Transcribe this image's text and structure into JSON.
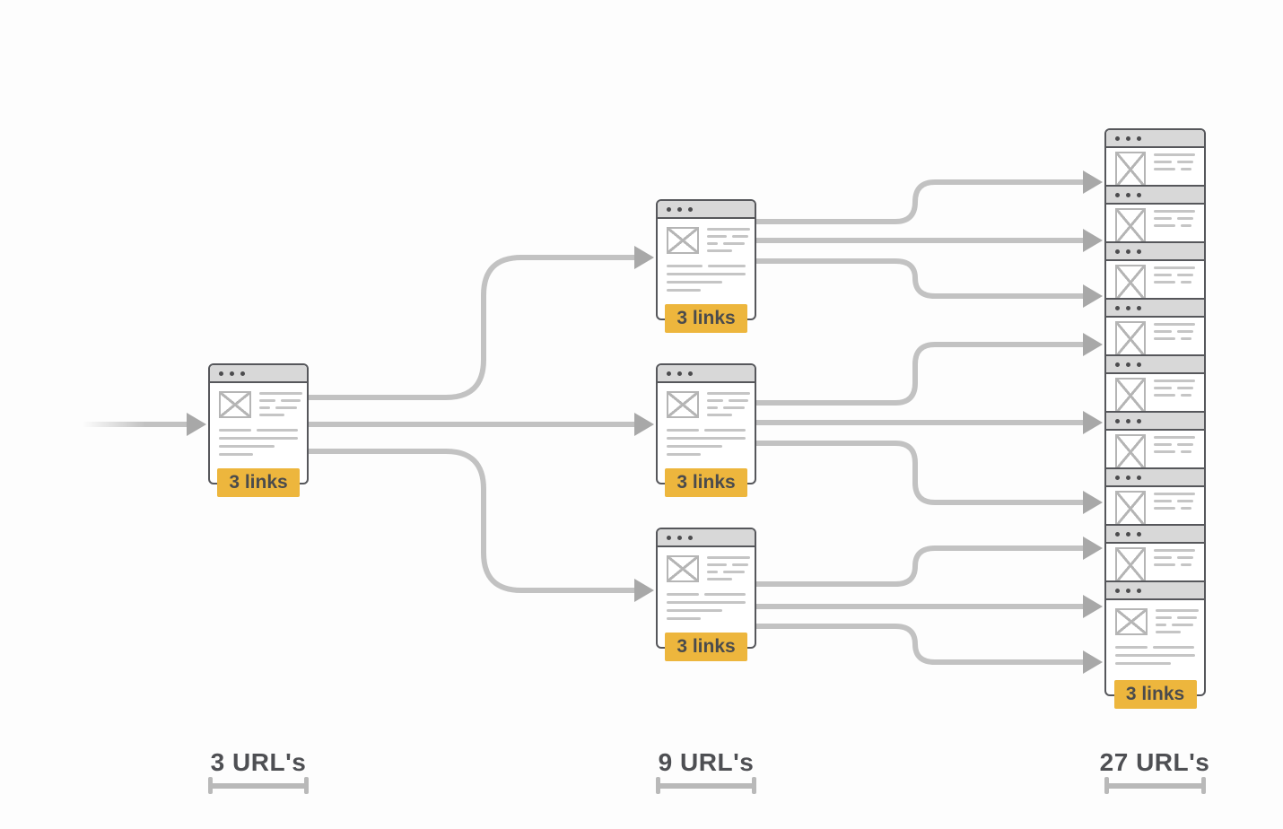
{
  "diagram": {
    "badge_label": "3 links",
    "columns": [
      {
        "label": "3 URL's",
        "pages_shown": 1
      },
      {
        "label": "9 URL's",
        "pages_shown": 3
      },
      {
        "label": "27 URL's",
        "pages_shown": 9
      }
    ],
    "colors": {
      "badge_bg": "#EDB63D",
      "badge_text": "#4A4B4D",
      "card_border": "#56575B",
      "card_header_bg": "#D8D8D8",
      "placeholder_gray": "#C5C5C5",
      "connector_line": "#C2C2C2",
      "arrowhead": "#A8A8A8",
      "label_text": "#4E4F53",
      "measure_bar": "#B9B9B9",
      "background": "#FDFDFD"
    },
    "icons": {
      "window_dots": "three-dots",
      "image_placeholder": "box-with-x",
      "arrowhead": "right-triangle",
      "measure": "i-beam-ruler"
    }
  }
}
